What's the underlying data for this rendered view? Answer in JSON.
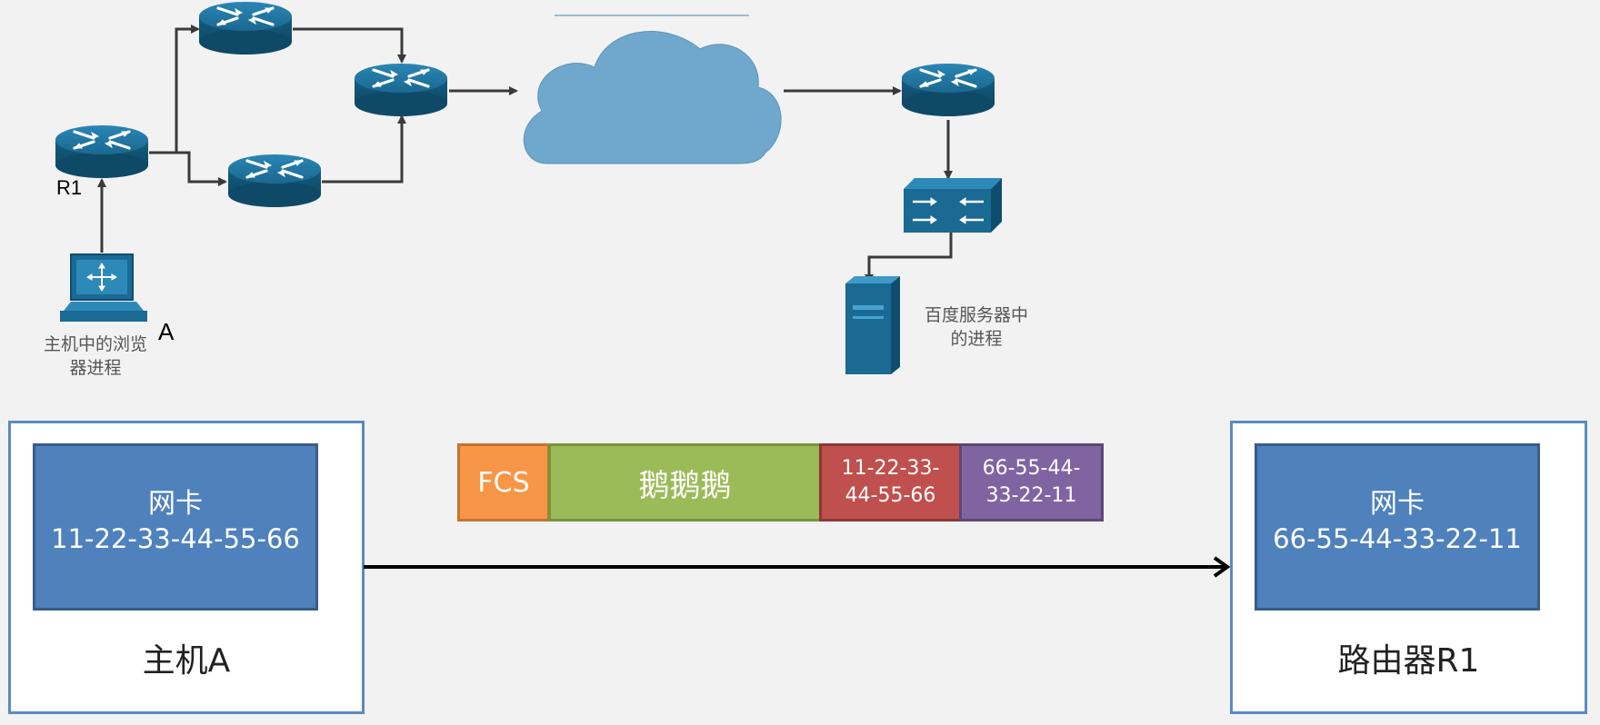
{
  "network": {
    "router_label": "R1",
    "host_label": "A",
    "host_caption_line1": "主机中的浏览",
    "host_caption_line2": "器进程",
    "server_caption_line1": "百度服务器中",
    "server_caption_line2": "的进程"
  },
  "frame_diagram": {
    "host_box": {
      "nic_title": "网卡",
      "nic_mac": "11-22-33-44-55-66",
      "caption": "主机A"
    },
    "router_box": {
      "nic_title": "网卡",
      "nic_mac": "66-55-44-33-22-11",
      "caption": "路由器R1"
    },
    "frame": {
      "fcs": "FCS",
      "payload": "鹅鹅鹅",
      "src_mac_line1": "11-22-33-",
      "src_mac_line2": "44-55-66",
      "dst_mac_line1": "66-55-44-",
      "dst_mac_line2": "33-22-11"
    }
  },
  "colors": {
    "router_blue": "#1f6f98",
    "cloud_blue": "#6fa8cc",
    "nic_blue": "#4f81bd",
    "fcs_orange": "#f79646",
    "payload_green": "#9bbb59",
    "src_red": "#c0504d",
    "dst_purple": "#8064a2"
  },
  "icons": [
    "router-icon",
    "cloud-icon",
    "switch-icon",
    "computer-icon",
    "server-icon"
  ]
}
